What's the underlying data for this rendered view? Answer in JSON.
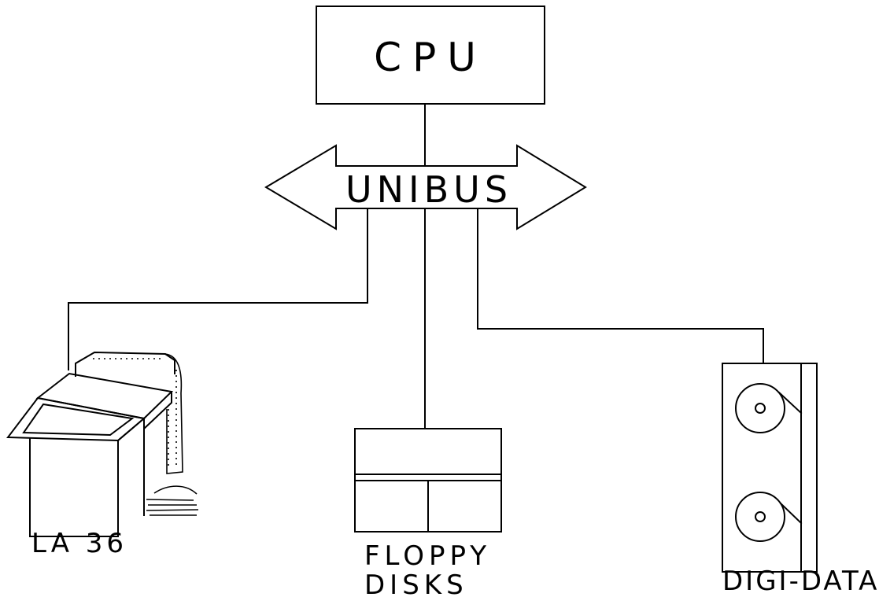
{
  "nodes": {
    "cpu": {
      "label": "CPU"
    },
    "bus": {
      "label": "UNIBUS"
    },
    "terminal": {
      "label": "LA 36"
    },
    "floppy": {
      "label_line1": "FLOPPY",
      "label_line2": "DISKS"
    },
    "tape": {
      "label": "DIGI-DATA"
    }
  },
  "colors": {
    "ink": "#000000",
    "paper": "#ffffff"
  }
}
